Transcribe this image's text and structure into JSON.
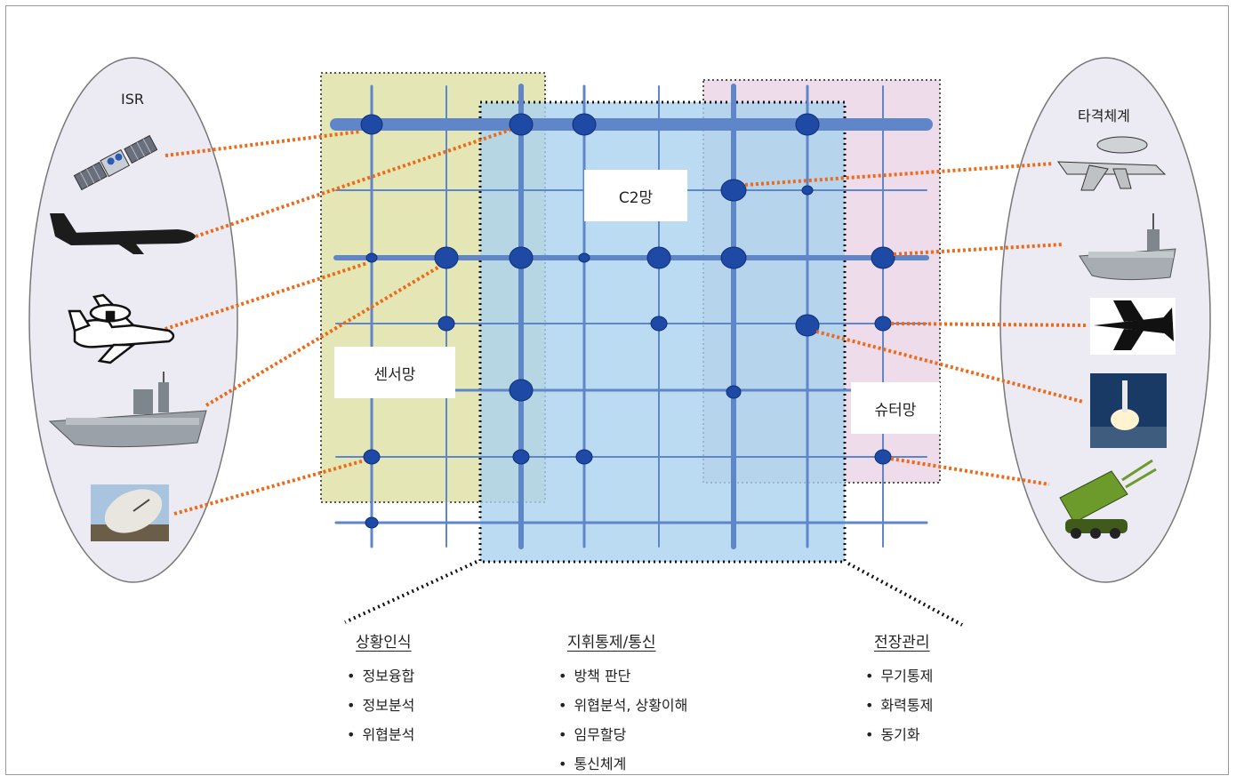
{
  "left_group": {
    "title": "ISR"
  },
  "right_group": {
    "title": "타격체계"
  },
  "networks": {
    "c2": "C2망",
    "sensor": "센서망",
    "shooter": "슈터망"
  },
  "columns": [
    {
      "title": "상황인식",
      "items": [
        "정보융합",
        "정보분석",
        "위협분석"
      ]
    },
    {
      "title": "지휘통제/통신",
      "items": [
        "방책 판단",
        "위협분석, 상황이해",
        "임무할당",
        "통신체계"
      ]
    },
    {
      "title": "전장관리",
      "items": [
        "무기통제",
        "화력통제",
        "동기화"
      ]
    }
  ],
  "icons": {
    "left": [
      "satellite-icon",
      "reconnaissance-aircraft-icon",
      "awacs-aircraft-icon",
      "amphibious-ship-icon",
      "radar-dish-icon"
    ],
    "right": [
      "carrier-aircraft-icon",
      "aircraft-carrier-icon",
      "fighter-jet-icon",
      "missile-launch-icon",
      "missile-launcher-vehicle-icon"
    ]
  },
  "colors": {
    "sensor_region": "#dfe3a8",
    "c2_region": "#b6d8ee",
    "shooter_region": "#ecd6e6",
    "grid_line": "#6a8fce",
    "node": "#1e4aa6",
    "link": "#ec6a1a",
    "ellipse": "#ecebf3"
  }
}
